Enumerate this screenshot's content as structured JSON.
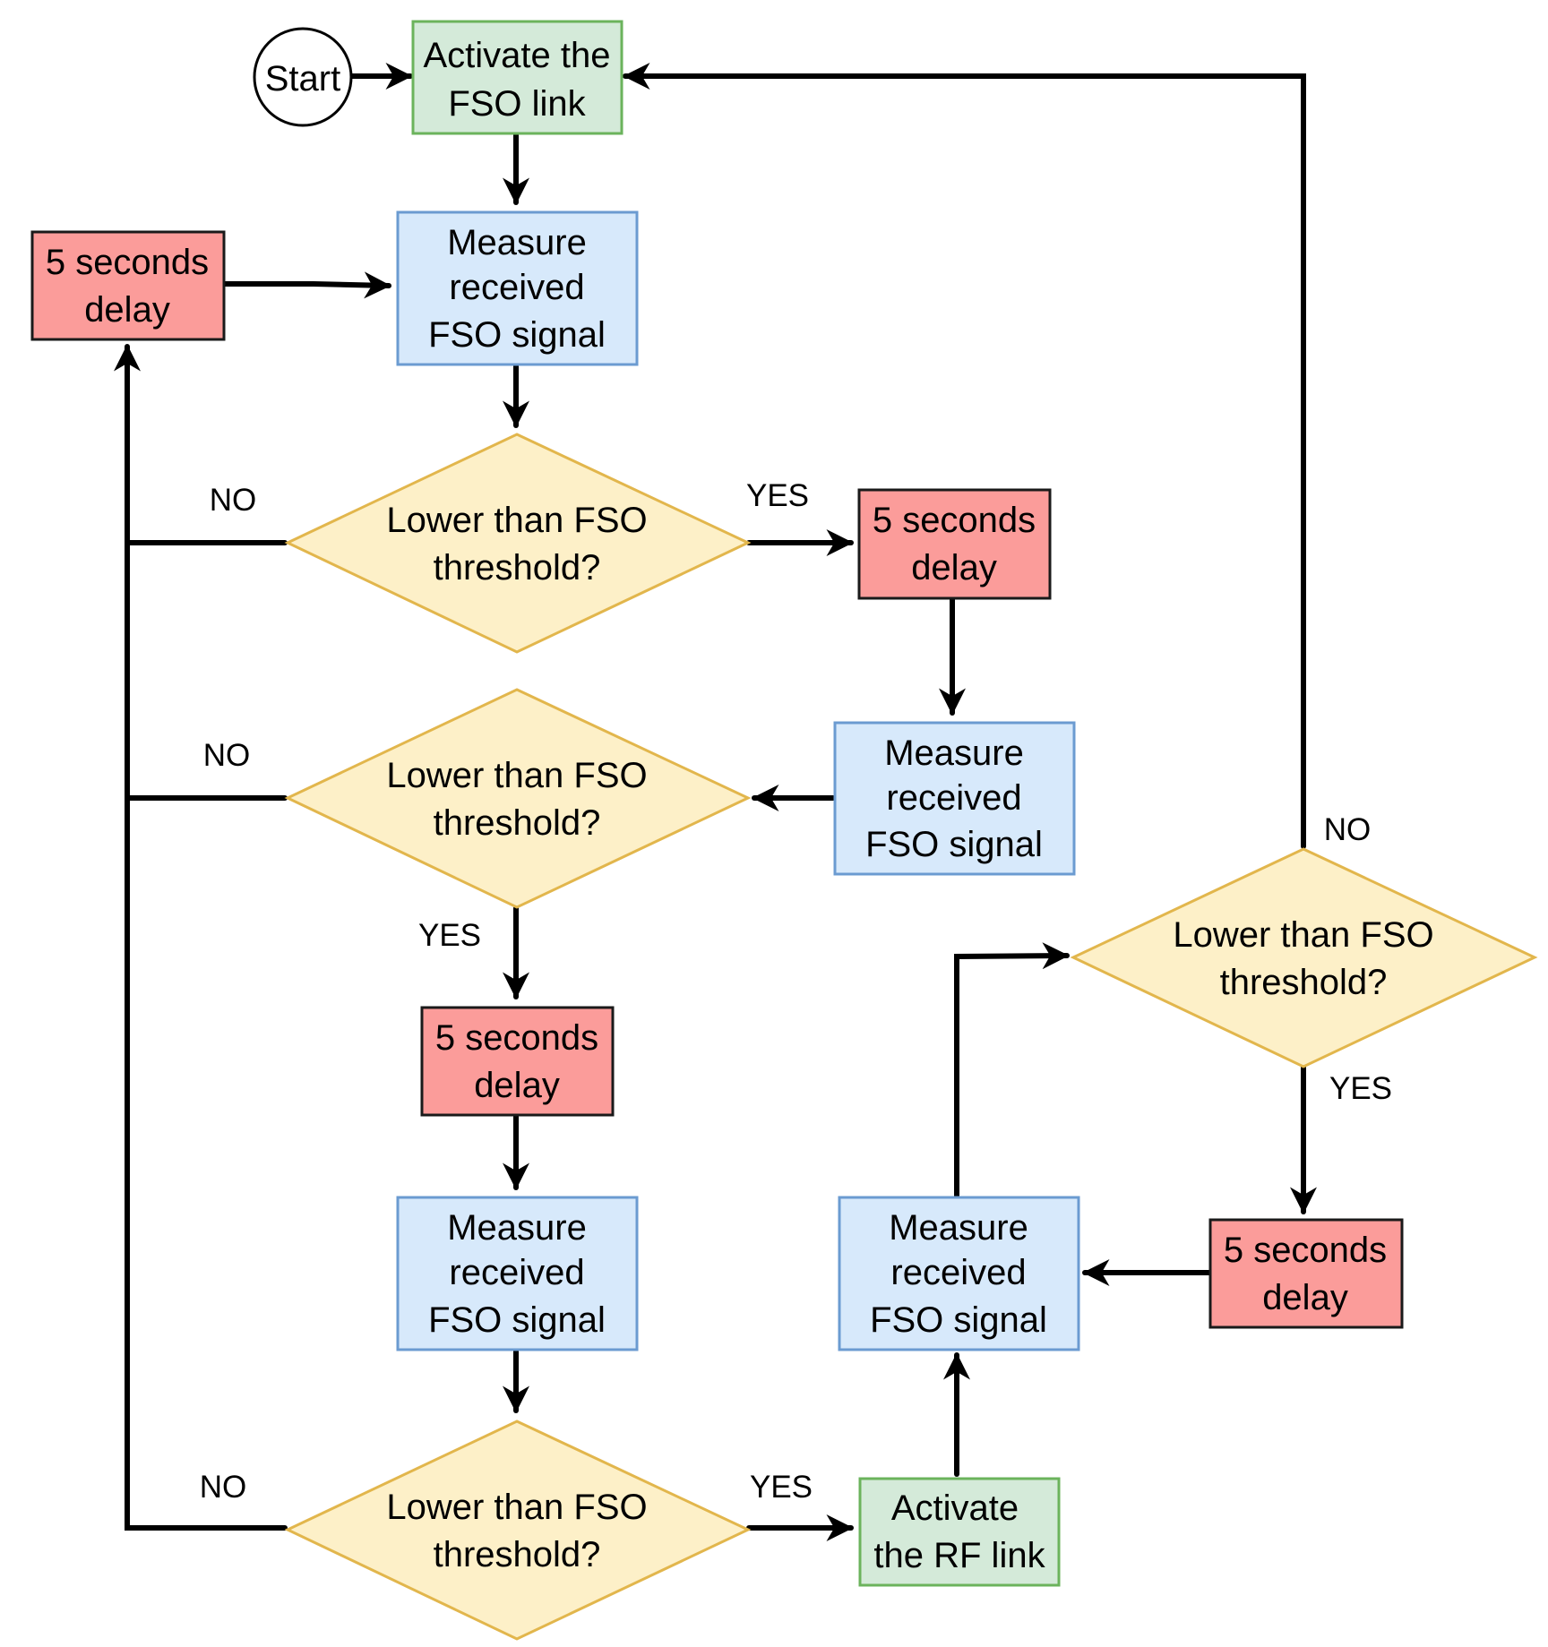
{
  "colors": {
    "start_fill": "#ffffff",
    "green_fill": "#d4ead9",
    "green_stroke": "#6bb35c",
    "blue_fill": "#d7e9fb",
    "blue_stroke": "#6b9bd1",
    "red_fill": "#fb9c9a",
    "red_stroke": "#1a1a1a",
    "yellow_fill": "#fdf0c8",
    "yellow_stroke": "#e2b64c",
    "line": "#000000"
  },
  "nodes": {
    "start": [
      "Start"
    ],
    "activate_fso": [
      "Activate the",
      "FSO link"
    ],
    "measure_1": [
      "Measure",
      "received",
      "FSO signal"
    ],
    "delay_left": [
      "5 seconds",
      "delay"
    ],
    "decision_1": [
      "Lower than FSO",
      "threshold?"
    ],
    "delay_2": [
      "5 seconds",
      "delay"
    ],
    "measure_2": [
      "Measure",
      "received",
      "FSO signal"
    ],
    "decision_2": [
      "Lower than FSO",
      "threshold?"
    ],
    "delay_3": [
      "5 seconds",
      "delay"
    ],
    "measure_3": [
      "Measure",
      "received",
      "FSO signal"
    ],
    "decision_3": [
      "Lower than FSO",
      "threshold?"
    ],
    "activate_rf": [
      "Activate",
      "the RF link"
    ],
    "measure_4": [
      "Measure",
      "received",
      "FSO signal"
    ],
    "decision_4": [
      "Lower than FSO",
      "threshold?"
    ],
    "delay_4": [
      "5 seconds",
      "delay"
    ]
  },
  "edge_labels": {
    "d1_no": "NO",
    "d1_yes": "YES",
    "d2_no": "NO",
    "d2_yes": "YES",
    "d3_no": "NO",
    "d3_yes": "YES",
    "d4_no": "NO",
    "d4_yes": "YES"
  }
}
